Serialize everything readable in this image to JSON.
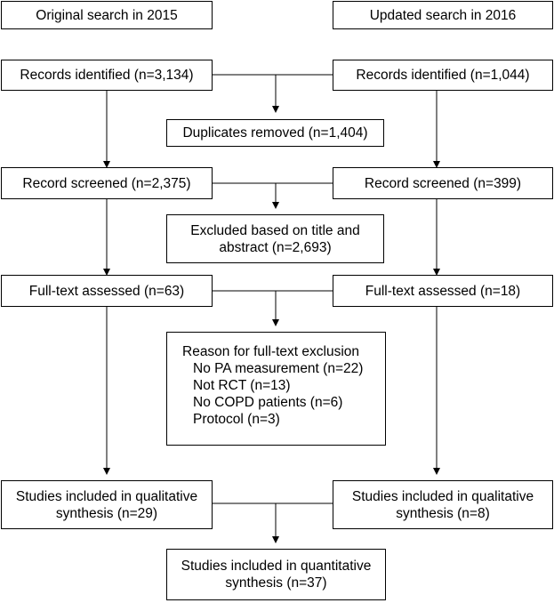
{
  "left": {
    "header": "Original search in 2015",
    "identified": "Records identified (n=3,134)",
    "screened": "Record screened (n=2,375)",
    "fulltext": "Full-text assessed (n=63)",
    "qualitative": [
      "Studies included in qualitative",
      "synthesis (n=29)"
    ]
  },
  "right": {
    "header": "Updated search in 2016",
    "identified": "Records identified (n=1,044)",
    "screened": "Record screened (n=399)",
    "fulltext": "Full-text assessed (n=18)",
    "qualitative": [
      "Studies included in qualitative",
      "synthesis (n=8)"
    ]
  },
  "center": {
    "duplicates": "Duplicates removed (n=1,404)",
    "excluded": [
      "Excluded based on title and",
      "abstract (n=2,693)"
    ],
    "reason": {
      "title": "Reason for full-text exclusion",
      "items": [
        "No PA measurement (n=22)",
        "Not RCT (n=13)",
        "No COPD patients (n=6)",
        "Protocol (n=3)"
      ]
    },
    "quantitative": [
      "Studies included in quantitative",
      "synthesis (n=37)"
    ]
  }
}
